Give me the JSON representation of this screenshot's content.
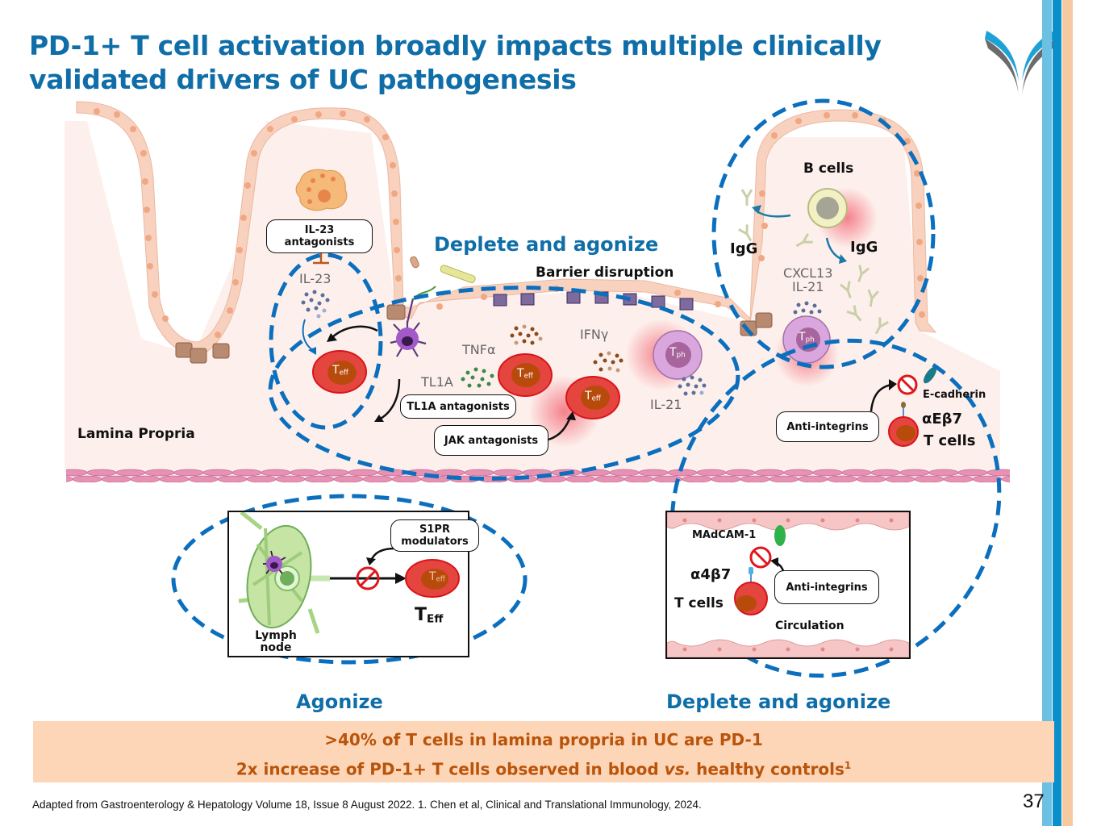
{
  "slide": {
    "title": "PD-1+ T cell activation broadly impacts multiple clinically validated drivers of UC pathogenesis",
    "page_number": "37",
    "logo": "company-logo-icon"
  },
  "colors": {
    "title_blue": "#0f6ea8",
    "dash_blue": "#0b6fbe",
    "summary_bg": "#fdd5b7",
    "summary_text": "#b9540b",
    "teff_red": "#e4463f",
    "teff_nucleus": "#b84a0c",
    "tissue_bg": "#fdf0ec",
    "epithelium": "#f8d0bc",
    "tph_purple": "#d9a6dd"
  },
  "diagram": {
    "tissue": {
      "lamina_propria_label": "Lamina Propria",
      "barrier_label": "Barrier disruption",
      "top_section_label": "Deplete and agonize"
    },
    "il23": {
      "callout": "IL-23 antagonists",
      "callout_line1": "IL-23",
      "callout_line2": "antagonists",
      "cytokine_label": "IL-23",
      "cell_label": "T",
      "cell_sub": "eff"
    },
    "center": {
      "tnf_label": "TNFα",
      "tl1a_label": "TL1A",
      "ifng_label": "IFNγ",
      "il21_label": "IL-21",
      "tl1a_callout": "TL1A antagonists",
      "jak_callout": "JAK antagonists",
      "teff1_label": "T",
      "teff1_sub": "eff",
      "teff2_label": "T",
      "teff2_sub": "eff",
      "tph_label": "T",
      "tph_sub": "ph"
    },
    "bcell": {
      "title": "B cells",
      "igg_left": "IgG",
      "igg_right": "IgG",
      "cxcl13": "CXCL13",
      "il21": "IL-21",
      "tph_label": "T",
      "tph_sub": "ph"
    },
    "integrin_tissue": {
      "callout": "Anti-integrins",
      "ecadherin": "E-cadherin",
      "integrin": "αEβ7",
      "tcells": "T cells"
    },
    "lymph": {
      "callout_line1": "S1PR",
      "callout_line2": "modulators",
      "node_line1": "Lymph",
      "node_line2": "node",
      "cell_label": "T",
      "cell_sub": "eff",
      "teff_big": "T",
      "teff_big_sub": "Eff",
      "section_label": "Agonize"
    },
    "circulation": {
      "madcam": "MAdCAM-1",
      "integrin": "α4β7",
      "tcells": "T cells",
      "callout": "Anti-integrins",
      "circulation_label": "Circulation",
      "section_label": "Deplete and agonize"
    }
  },
  "summary": {
    "line1": ">40% of T cells in lamina propria in UC are PD-1",
    "line2_pre": "2x increase of PD-1+ T cells observed in blood ",
    "line2_italic": "vs.",
    "line2_post": " healthy controls",
    "line2_sup": "1"
  },
  "footer": {
    "citation": "Adapted from Gastroenterology & Hepatology Volume 18, Issue 8 August 2022. 1. Chen et al, Clinical and Translational Immunology, 2024."
  }
}
